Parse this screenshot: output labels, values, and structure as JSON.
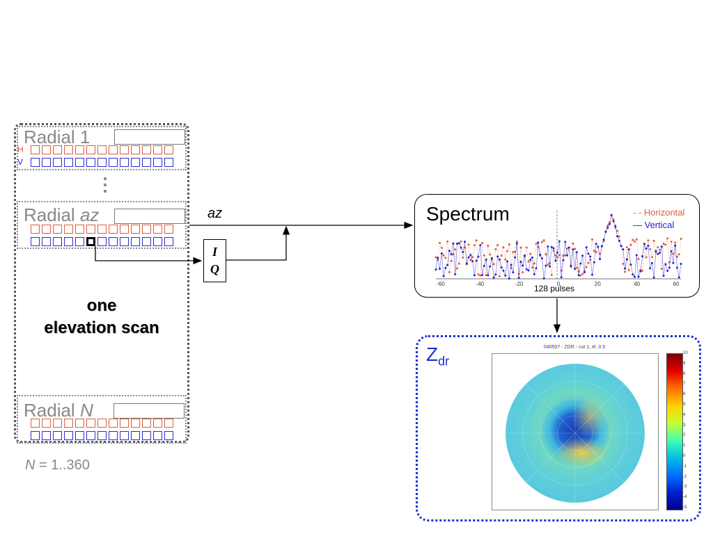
{
  "scan": {
    "radial_1_title": "Radial 1",
    "radial_az_prefix": "Radial ",
    "radial_az_var": "az",
    "radial_n_prefix": "Radial ",
    "radial_n_var": "N",
    "h_label": "H",
    "v_label": "V",
    "ellipsis": "⋮",
    "label_line1": "one",
    "label_line2": "elevation scan",
    "n_var": "N",
    "n_range": " = 1..360",
    "cells_per_row": 13,
    "selected_cell_index": 5
  },
  "iq": {
    "i_label": "I",
    "q_label": "Q"
  },
  "az_arrow_label": "az",
  "spectrum": {
    "title": "Spectrum",
    "legend_horizontal": "- - Horizontal",
    "legend_vertical": "— Vertical",
    "xlabel": "128 pulses",
    "x_ticks": [
      "-60",
      "-40",
      "-20",
      "0",
      "20",
      "40",
      "60"
    ]
  },
  "zdr": {
    "label_main": "Z",
    "label_sub": "dr",
    "radar_title": "040507 - ZDR - cut 1, el. 0.5",
    "colorbar_ticks": [
      "10",
      "9",
      "8",
      "7",
      "6",
      "5",
      "4",
      "3",
      "2",
      "1",
      "0",
      "-1",
      "-2",
      "-3",
      "-4",
      "-5"
    ]
  },
  "colors": {
    "horizontal": "#e05a3a",
    "vertical": "#2b2bd6",
    "zdr_border": "#1f2fd0"
  },
  "chart_data": {
    "type": "line",
    "xlabel": "128 pulses",
    "xlim": [
      -64,
      64
    ],
    "series": [
      {
        "name": "Horizontal",
        "style": "dashed",
        "color": "#e05a3a"
      },
      {
        "name": "Vertical",
        "style": "solid",
        "color": "#2222cc"
      }
    ]
  }
}
